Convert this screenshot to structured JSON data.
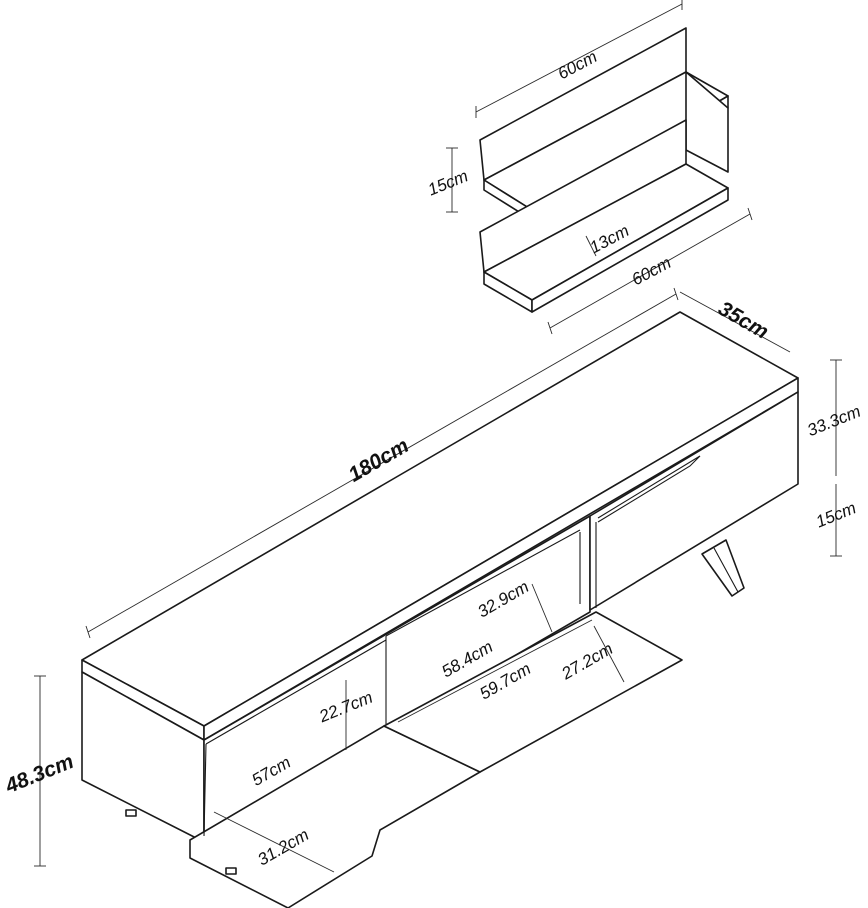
{
  "labels": {
    "shelf_width_top": "60cm",
    "shelf_height": "15cm",
    "shelf_depth": "13cm",
    "shelf_width_bottom": "60cm",
    "unit_depth": "35cm",
    "unit_width": "180cm",
    "door_height": "33.3cm",
    "leg_height": "15cm",
    "unit_height": "48.3cm",
    "inner_depth": "32.9cm",
    "inner_width_center": "58.4cm",
    "inner_width_lower": "59.7cm",
    "flap_depth_right": "27.2cm",
    "compartment_height": "22.7cm",
    "left_width": "57cm",
    "flap_depth_left": "31.2cm"
  }
}
